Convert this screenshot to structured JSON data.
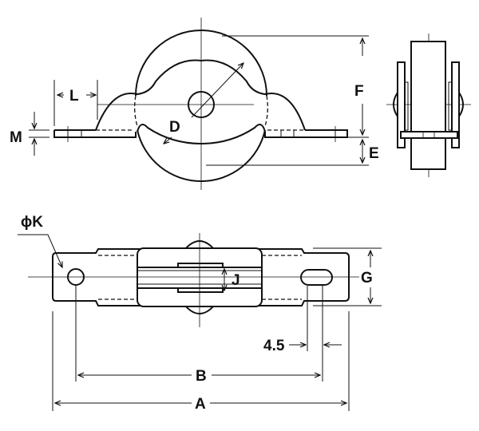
{
  "labels": {
    "L": "L",
    "M": "M",
    "D": "D",
    "F": "F",
    "E": "E",
    "K": "ϕK",
    "J": "J",
    "G": "G",
    "slot_offset": "4.5",
    "B": "B",
    "A": "A"
  }
}
